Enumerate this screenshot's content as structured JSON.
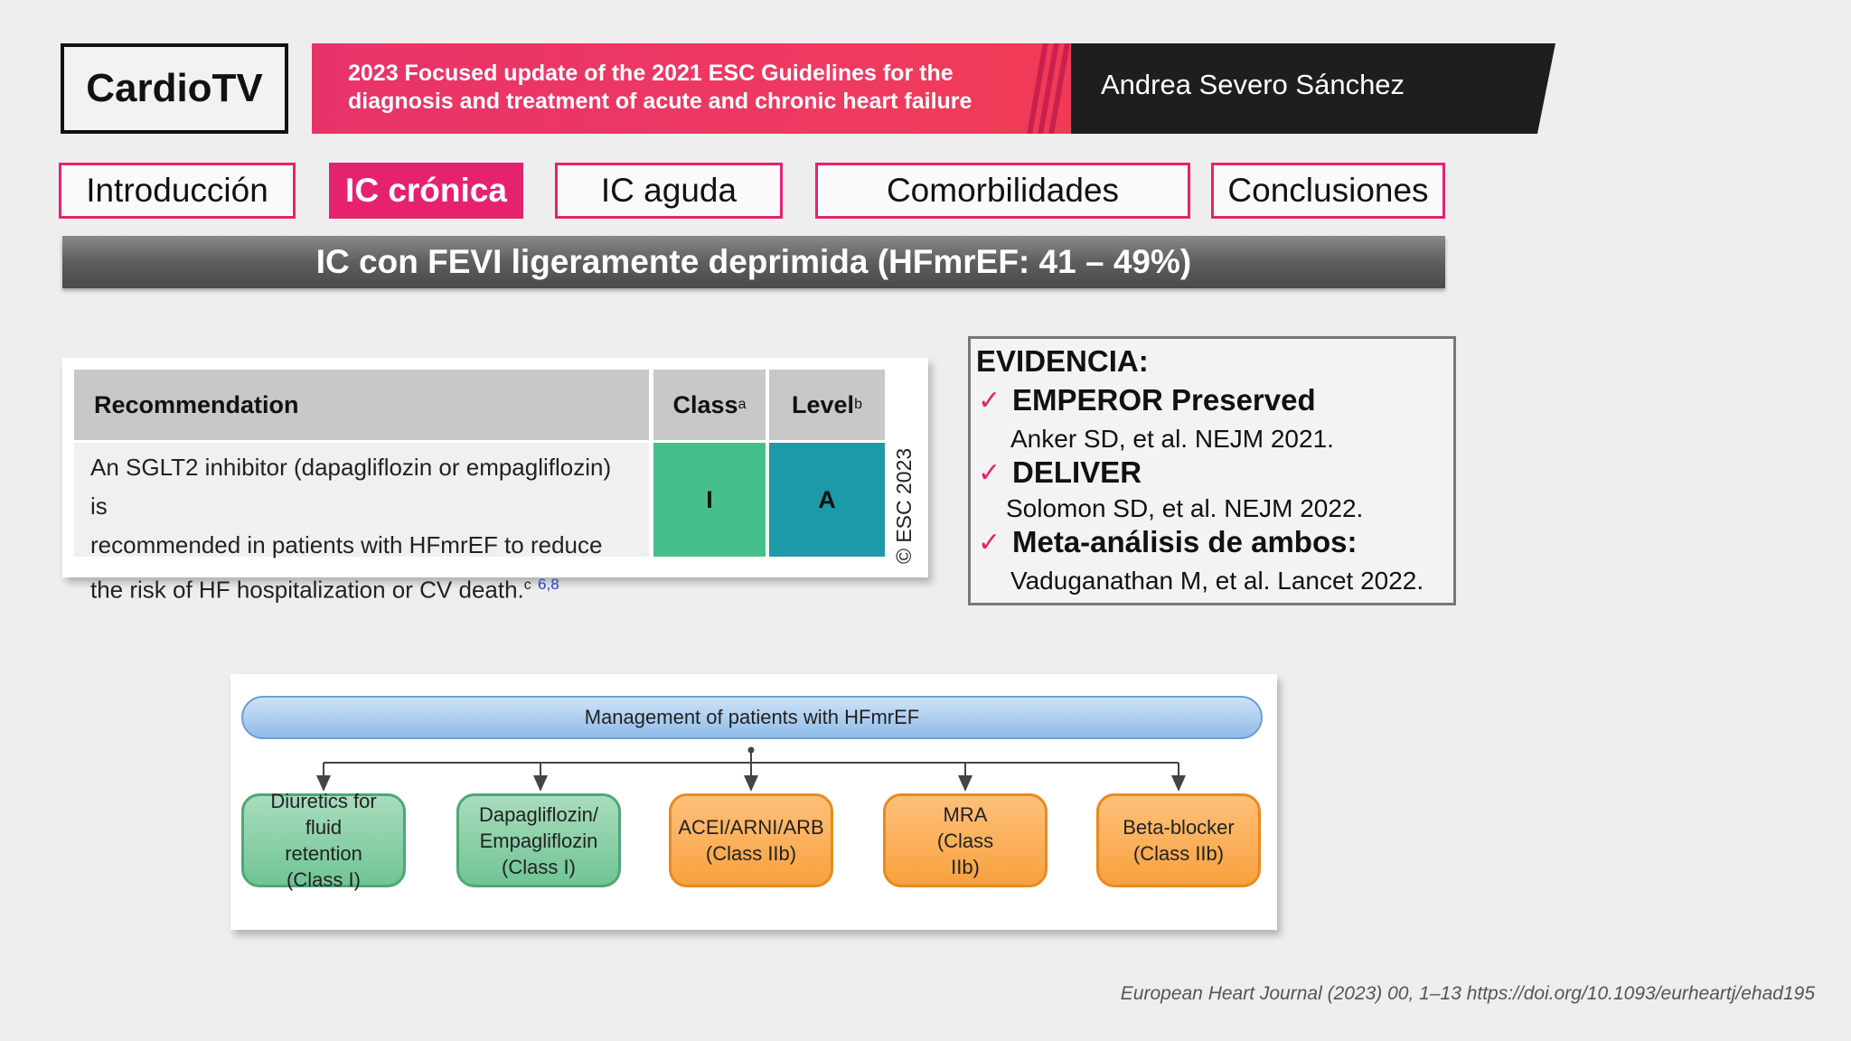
{
  "header": {
    "logo": "CardioTV",
    "title_line1": "2023 Focused update of the 2021 ESC Guidelines for the",
    "title_line2": "diagnosis and treatment of acute and chronic heart failure",
    "author": "Andrea Severo Sánchez"
  },
  "tabs": [
    {
      "label": "Introducción",
      "active": false
    },
    {
      "label": "IC crónica",
      "active": true
    },
    {
      "label": "IC aguda",
      "active": false
    },
    {
      "label": "Comorbilidades",
      "active": false
    },
    {
      "label": "Conclusiones",
      "active": false
    }
  ],
  "section_title": "IC con FEVI ligeramente deprimida (HFmrEF: 41 – 49%)",
  "recommendation": {
    "head_recommendation": "Recommendation",
    "head_class": "Class",
    "head_class_sup": "a",
    "head_level": "Level",
    "head_level_sup": "b",
    "text_line1": "An SGLT2 inhibitor (dapagliflozin or empagliflozin) is",
    "text_line2": "recommended in patients with HFmrEF to reduce",
    "text_line3": "the risk of HF hospitalization or CV death.",
    "text_sup": "c",
    "refs": "6,8",
    "class": "I",
    "level": "A",
    "copyright": "© ESC 2023"
  },
  "evidence": {
    "heading": "EVIDENCIA:",
    "check": "✓",
    "items": [
      {
        "title": "EMPEROR Preserved",
        "ref": "Anker SD, et al. NEJM 2021."
      },
      {
        "title": "DELIVER",
        "ref": "Solomon SD, et al. NEJM 2022."
      },
      {
        "title": "Meta-análisis de ambos:",
        "ref": "Vaduganathan M, et al. Lancet 2022."
      }
    ]
  },
  "management": {
    "title": "Management of patients with HFmrEF",
    "nodes": [
      {
        "label": "Diuretics for fluid retention (Class I)"
      },
      {
        "label": "Dapagliflozin/ Empagliflozin (Class I)"
      },
      {
        "label": "ACEI/ARNI/ARB (Class IIb)"
      },
      {
        "label": "MRA (Class IIb)"
      },
      {
        "label": "Beta-blocker (Class IIb)"
      }
    ]
  },
  "footer": "European Heart Journal (2023) 00, 1–13 https://doi.org/10.1093/eurheartj/ehad195",
  "colors": {
    "accent": "#e6226e",
    "class_green": "#45c08c",
    "level_teal": "#1d9aa7",
    "node_green": "#70c594",
    "node_orange": "#f7a13e"
  }
}
